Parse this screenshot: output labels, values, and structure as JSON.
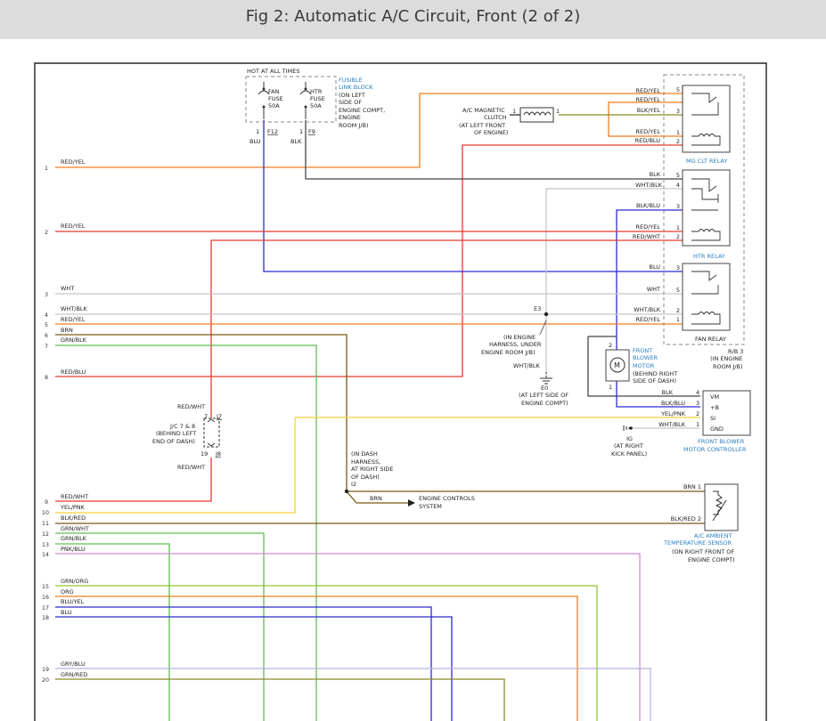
{
  "header": {
    "title": "Fig 2: Automatic A/C Circuit, Front (2 of 2)"
  },
  "colors": {
    "red": "#e23b2e",
    "orange": "#f07d1e",
    "blue": "#2b2bd4",
    "black": "#333333",
    "white": "#c8c8c8",
    "green": "#5fbf4f",
    "brown": "#7a5a14",
    "yellow": "#f6d23a",
    "pink": "#d88bd8",
    "olive": "#8a8a2a",
    "lavender": "#b8b0e0",
    "accent_blue": "#2a7fc0"
  },
  "left_pins": [
    {
      "num": "1",
      "label": "RED/YEL"
    },
    {
      "num": "2",
      "label": "RED/YEL"
    },
    {
      "num": "3",
      "label": "WHT"
    },
    {
      "num": "4",
      "label": "WHT/BLK"
    },
    {
      "num": "5",
      "label": "RED/YEL"
    },
    {
      "num": "6",
      "label": "BRN"
    },
    {
      "num": "7",
      "label": "GRN/BLK"
    },
    {
      "num": "8",
      "label": "RED/BLU"
    },
    {
      "num": "9",
      "label": "RED/WHT"
    },
    {
      "num": "10",
      "label": "YEL/PNK"
    },
    {
      "num": "11",
      "label": "BLK/RED"
    },
    {
      "num": "12",
      "label": "GRN/WHT"
    },
    {
      "num": "13",
      "label": "GRN/BLK"
    },
    {
      "num": "14",
      "label": "PNK/BLU"
    },
    {
      "num": "15",
      "label": "GRN/ORG"
    },
    {
      "num": "16",
      "label": "ORG"
    },
    {
      "num": "17",
      "label": "BLU/YEL"
    },
    {
      "num": "18",
      "label": "BLU"
    },
    {
      "num": "19",
      "label": "GRY/BLU"
    },
    {
      "num": "20",
      "label": "GRN/RED"
    }
  ],
  "fuse_block": {
    "hot": "HOT AT ALL TIMES",
    "name_lines": [
      "FUSIBLE",
      "LINK BLOCK"
    ],
    "loc_lines": [
      "(ON LEFT",
      "SIDE OF",
      "ENGINE COMPT,",
      "ENGINE",
      "ROOM J/B)"
    ],
    "fan_lines": [
      "FAN",
      "FUSE",
      "50A"
    ],
    "htr_lines": [
      "HTR",
      "FUSE",
      "50A"
    ],
    "fan_pin": "1",
    "fan_conn": "F12",
    "fan_wire": "BLU",
    "htr_pin": "1",
    "htr_conn": "F9",
    "htr_wire": "BLK"
  },
  "clutch": {
    "label_lines": [
      "A/C MAGNETIC",
      "CLUTCH",
      "(AT LEFT FRONT",
      "OF ENGINE)"
    ],
    "pin_left": "1",
    "pin_right": "1"
  },
  "relays": {
    "mg": {
      "name": "MG CLT RELAY",
      "pins": [
        {
          "num": "5",
          "wire": "RED/YEL"
        },
        {
          "num": "",
          "wire": "RED/YEL"
        },
        {
          "num": "3",
          "wire": "BLK/YEL"
        },
        {
          "num": "1",
          "wire": "RED/YEL"
        },
        {
          "num": "2",
          "wire": "RED/BLU"
        }
      ]
    },
    "htr": {
      "name": "HTR RELAY",
      "pins": [
        {
          "num": "5",
          "wire": "BLK"
        },
        {
          "num": "4",
          "wire": "WHT/BLK"
        },
        {
          "num": "3",
          "wire": "BLK/BLU"
        },
        {
          "num": "1",
          "wire": "RED/YEL"
        },
        {
          "num": "2",
          "wire": "RED/WHT"
        }
      ]
    },
    "fan": {
      "name": "FAN RELAY",
      "pins": [
        {
          "num": "3",
          "wire": "BLU"
        },
        {
          "num": "5",
          "wire": "WHT"
        },
        {
          "num": "2",
          "wire": "WHT/BLK"
        },
        {
          "num": "1",
          "wire": "RED/YEL"
        }
      ]
    },
    "rb_lines": [
      "R/B 3",
      "(IN ENGINE",
      "ROOM J/B)"
    ]
  },
  "splice_e3": {
    "name": "E3",
    "loc_lines": [
      "(IN ENGINE",
      "HARNESS, UNDER",
      "ENGINE ROOM J/B)"
    ],
    "wire": "WHT/BLK",
    "ground": "E0",
    "ground_lines": [
      "(AT LEFT SIDE OF",
      "ENGINE COMPT)"
    ]
  },
  "blower_motor": {
    "pin_top": "2",
    "pin_bottom": "1",
    "symbol": "M",
    "name_lines": [
      "FRONT",
      "BLOWER",
      "MOTOR"
    ],
    "loc_lines": [
      "(BEHIND RIGHT",
      "SIDE OF DASH)"
    ]
  },
  "controller": {
    "name_lines": [
      "FRONT BLOWER",
      "MOTOR CONTROLLER"
    ],
    "pins": [
      {
        "wire": "BLK",
        "num": "4",
        "term": "VM"
      },
      {
        "wire": "BLK/BLU",
        "num": "3",
        "term": "+B"
      },
      {
        "wire": "YEL/PNK",
        "num": "2",
        "term": "SI"
      },
      {
        "wire": "WHT/BLK",
        "num": "1",
        "term": "GND"
      }
    ]
  },
  "ig": {
    "name": "IG",
    "loc_lines": [
      "(AT RIGHT",
      "KICK PANEL)"
    ]
  },
  "jc": {
    "top_wire": "RED/WHT",
    "bottom_wire": "RED/WHT",
    "label_lines": [
      "J/C 7 & 8",
      "(BEHIND LEFT",
      "END OF DASH)"
    ],
    "pin_top": "7",
    "conn_top": "J7",
    "pin_bottom": "19",
    "conn_bottom": "J8"
  },
  "splice_i2": {
    "loc_lines": [
      "(IN DASH",
      "HARNESS,",
      "AT RIGHT SIDE",
      "OF DASH)",
      "I2"
    ],
    "wire": "BRN",
    "dest_lines": [
      "ENGINE CONTROLS",
      "SYSTEM"
    ]
  },
  "ambient_sensor": {
    "pin1": "BRN 1",
    "pin2": "BLK/RED 2",
    "name_lines": [
      "A/C AMBIENT",
      "TEMPERATURE SENSOR"
    ],
    "loc_lines": [
      "(ON RIGHT FRONT OF",
      "ENGINE COMPT)"
    ]
  }
}
